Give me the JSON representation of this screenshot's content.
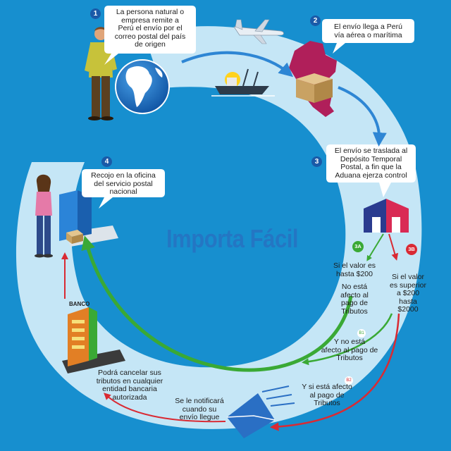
{
  "title": "Importa Fácil",
  "steps": [
    {
      "number": "1",
      "text": [
        "La  persona natural o",
        "empresa  remite a",
        "Perú el envío por el",
        "correo postal del país",
        "de origen"
      ]
    },
    {
      "number": "2",
      "text": [
        "El envío llega a Perú",
        "vía aérea o marítima"
      ]
    },
    {
      "number": "3",
      "text": [
        "El envío se traslada al",
        "Depósito Temporal",
        "Postal, a fin que la",
        "Aduana ejerza control"
      ]
    },
    {
      "number": "4",
      "text": [
        "Recojo en la oficina",
        "del servicio postal",
        "nacional"
      ]
    }
  ],
  "branches": {
    "a": {
      "badge": "3A",
      "condition": [
        "Si el valor es",
        "hasta $200"
      ],
      "result": [
        "No está",
        "afecto al",
        "pago de",
        "Tributos"
      ]
    },
    "b": {
      "badge": "3B",
      "condition": [
        "Si el valor",
        "es superior",
        "a $200",
        "hasta",
        "$2000"
      ]
    },
    "b1": {
      "badge": "B1",
      "text": [
        "Y no está",
        "afecto al pago de",
        "Tributos"
      ]
    },
    "b2": {
      "badge": "B2",
      "text": [
        "Y si está afecto",
        "al pago de",
        "Tributos"
      ]
    }
  },
  "bank": {
    "label": "BANCO",
    "text": [
      "Podrá cancelar sus",
      "tributos en cualquier",
      "entidad bancaria",
      "autorizada"
    ]
  },
  "notice": {
    "text": [
      "Se le notificará",
      "cuando su",
      "envío llegue"
    ]
  },
  "colors": {
    "background": "#178fcf",
    "ring": "#c5e6f6",
    "arrow_blue": "#2e86d4",
    "arrow_green": "#3aa935",
    "arrow_red": "#d92a33",
    "title": "#2476c3",
    "peru": "#b01f5a"
  }
}
